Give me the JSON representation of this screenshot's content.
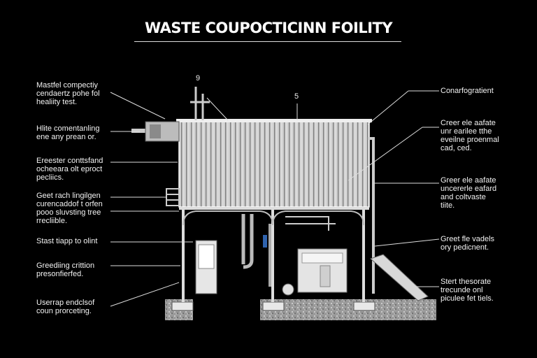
{
  "title": "WASTE COUPOCTICINN FOILITY",
  "callout_numbers": {
    "top_pipe": "9",
    "roof": "5"
  },
  "left_labels": [
    "Mastfel compectiy\ncendaertz pohe fol\nhealiity test.",
    "Hlite comentanling\nene any prean or.",
    "Ereester conttsfand\nocheeara olt eproct\npecliics.",
    "Geet rach lingilgen\ncurencaddof t orfen\npooo sluvsting tree\nrrecliible.",
    "Stast tiapp to olint",
    "Greediing crittion\npresonfierfed.",
    "Userrap endclsof\ncoun prorceting."
  ],
  "right_labels": [
    "Conarfogratient",
    "Creer ele aafate\nunr earilee tthe\neveilne proenmal\ncad, ced.",
    "Greer ele aafate\nuncererle eafard\nand coltvaste\ntiite.",
    "Greet fle vadels\nory pedicnent.",
    "Stert thesorate\ntrecunde onl\npiculee fet tiels."
  ]
}
